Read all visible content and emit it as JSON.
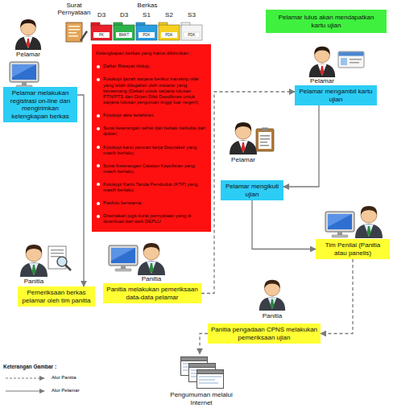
{
  "diagram": {
    "nodes": [
      {
        "text": [
          "Pelamar melakukan registrasi on-line dan mengirimkan kelengkapan berkas"
        ]
      },
      {
        "text": [
          "Kelengkapan berkas yang harus dikirimkan :",
          "Daftar Riwayat Hidup;",
          "Fotokopi ijazah sarjana berikut transkrip nilai yang telah dilegalisir oleh instansi yang berwenang (Dekan untuk sarjana lulusan PTN/PTS dan Dirjen Dikti Depdiknas untuk sarjana lulusan perguruan tinggi luar negeri);",
          "Fotokopi akte kelahiran;",
          "Surat keterangan sehat dan bebas narkoba dari dokter;",
          "Fotokopi kartu pencari kerja Depnaker yang masih berlaku;",
          "Surat Keterangan Catatan Kepolisian yang masih berlaku;",
          "Fotokopi Kartu Tanda Penduduk (KTP) yang masih berlaku;",
          "Pasfoto berwarna;",
          "Disertakan juga surat pernyataan yang di download dari web DEPLU"
        ]
      },
      {
        "text": [
          "Pelamar lulus akan mendapatkan kartu ujian"
        ]
      },
      {
        "text": [
          "Pelamar mengambil kartu ujian"
        ]
      },
      {
        "text": [
          "Pelamar mengikuti ujian"
        ]
      },
      {
        "text": [
          "Tim Penilai (Panitia atau panelis)"
        ]
      },
      {
        "text": [
          "Pemeriksaan berkas pelamar oleh tim panitia"
        ]
      },
      {
        "text": [
          "Panitia melakukan pemeriksaan data-data pelamar"
        ]
      },
      {
        "text": [
          "Panitia pengadaan CPNS melakukan pemeriksaan ujian"
        ]
      },
      {
        "text": [
          "Pengumuman melalui Internet"
        ]
      }
    ],
    "edges": [
      {
        "from": 0,
        "to": 6,
        "arrow": "to"
      },
      {
        "from": 7,
        "to": 3,
        "arrow": "to"
      },
      {
        "from": 3,
        "to": 4,
        "arrow": "to"
      },
      {
        "from": 4,
        "to": 5,
        "arrow": "to"
      },
      {
        "from": 5,
        "to": 8,
        "arrow": "to"
      },
      {
        "from": 8,
        "to": 9,
        "arrow": "to"
      }
    ],
    "labels": [
      "Surat Pernyataan",
      "Berkas",
      "D3",
      "D3",
      "S1",
      "S2",
      "S3",
      "PK",
      "BMKT",
      "PDK",
      "PDK",
      "PDK",
      "Pelamar",
      "Pelamar",
      "Pelamar",
      "Panitia",
      "Panitia",
      "Panitia",
      "Keterangan Gambar :"
    ],
    "legend": [
      {
        "text": "Alur Panitia"
      },
      {
        "text": "Alur Pelamar"
      }
    ]
  }
}
